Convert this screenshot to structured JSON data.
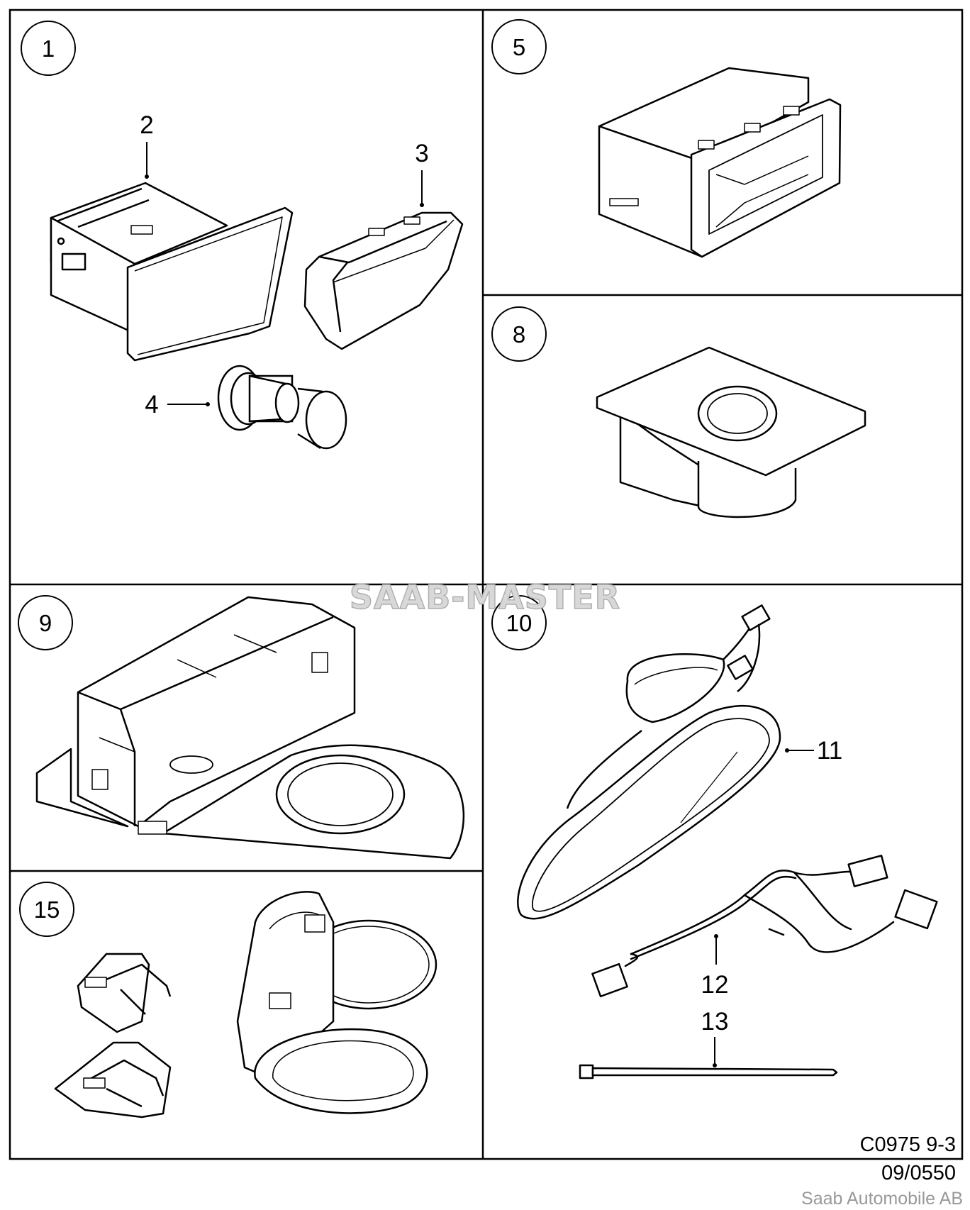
{
  "watermark": "SAAB-MASTER",
  "panels": [
    {
      "id": "p1",
      "circle_label": "1",
      "callouts": [
        {
          "label": "2",
          "part": "ashtray"
        },
        {
          "label": "3",
          "part": "ashtray-insert"
        },
        {
          "label": "4",
          "part": "cigarette-lighter"
        }
      ]
    },
    {
      "id": "p5",
      "circle_label": "5",
      "callouts": []
    },
    {
      "id": "p8",
      "circle_label": "8",
      "callouts": []
    },
    {
      "id": "p9",
      "circle_label": "9",
      "callouts": []
    },
    {
      "id": "p10",
      "circle_label": "10",
      "callouts": [
        {
          "label": "11",
          "part": "rear-view-mirror"
        },
        {
          "label": "12",
          "part": "wiring-harness"
        },
        {
          "label": "13",
          "part": "cable-tie"
        }
      ]
    },
    {
      "id": "p15",
      "circle_label": "15",
      "callouts": []
    }
  ],
  "reference": "C0975 9-3",
  "date_code": "09/0550",
  "copyright": "Saab Automobile AB"
}
